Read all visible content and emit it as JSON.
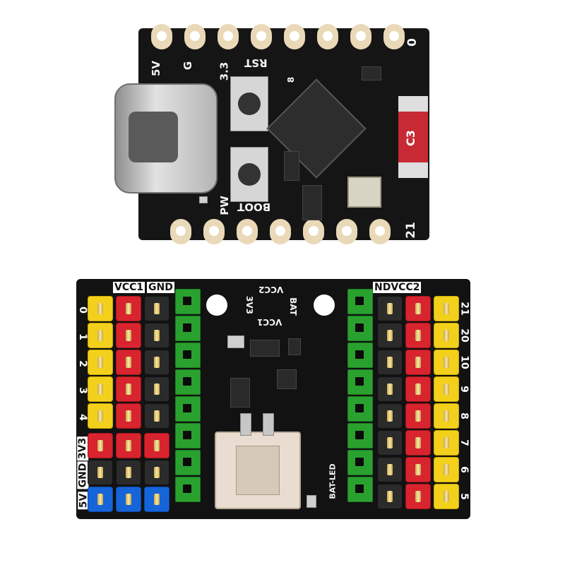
{
  "top_board": {
    "chip_label": "C3",
    "silk": {
      "pin_5v": "5V",
      "pin_g": "G",
      "pin_33": "3.3",
      "rst": "RST",
      "pin_0": "0",
      "pin_21": "21",
      "pw": "PW",
      "boot": "BOOT",
      "pin_8": "8"
    }
  },
  "bottom_board": {
    "vcc1": "VCC1",
    "gnd_top": "GND",
    "ndvcc2": "NDVCC2",
    "label_3v3": "3V3",
    "label_gnd": "GND",
    "label_5v": "5V",
    "vcc2": "VCC2",
    "v3v3": "3V3",
    "bat": "BAT",
    "vcc1_small": "VCC1",
    "bat_led": "BAT-LED",
    "left_pins": [
      "0",
      "1",
      "2",
      "3",
      "4"
    ],
    "right_pins": [
      "21",
      "20",
      "10",
      "9",
      "8",
      "7",
      "6",
      "5"
    ]
  },
  "colors": {
    "board": "#151515",
    "yellow_header": "#f3d01c",
    "red_header": "#d8242e",
    "black_header": "#2b2b2b",
    "blue_header": "#1565d8",
    "green_header": "#2aa12f"
  }
}
